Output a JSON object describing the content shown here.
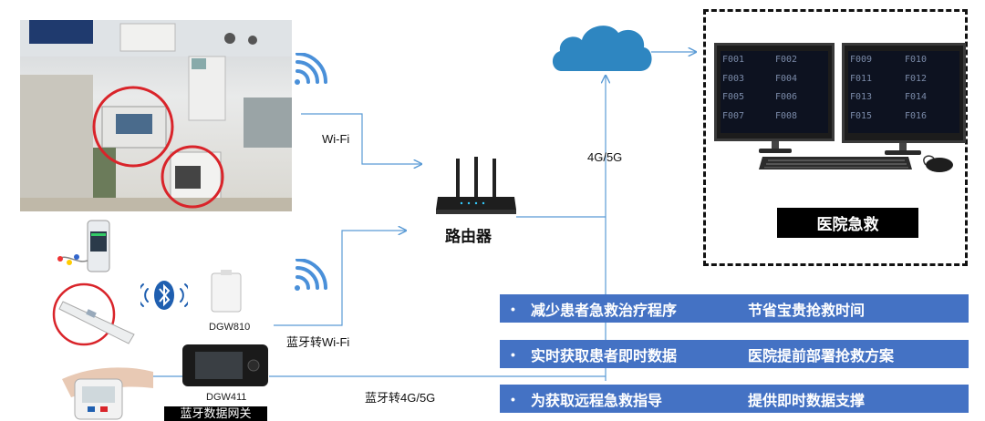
{
  "labels": {
    "wifi": "Wi-Fi",
    "router": "路由器",
    "cellular": "4G/5G",
    "bt_to_wifi": "蓝牙转Wi-Fi",
    "bt_to_cellular": "蓝牙转4G/5G",
    "dgw810": "DGW810",
    "dgw411": "DGW411",
    "gateway": "蓝牙数据网关",
    "hospital": "医院急救"
  },
  "benefits": [
    {
      "bullet": "•",
      "left": "减少患者急救治疗程序",
      "right": "节省宝贵抢救时间"
    },
    {
      "bullet": "•",
      "left": "实时获取患者即时数据",
      "right": "医院提前部署抢救方案"
    },
    {
      "bullet": "•",
      "left": "为获取远程急救指导",
      "right": "提供即时数据支撑"
    }
  ],
  "monitors": {
    "left": [
      "F001",
      "F002",
      "F003",
      "F004",
      "F005",
      "F006",
      "F007",
      "F008"
    ],
    "right": [
      "F009",
      "F010",
      "F011",
      "F012",
      "F013",
      "F014",
      "F015",
      "F016"
    ]
  },
  "colors": {
    "line": "#5b9bd5",
    "cloud": "#2e86c1",
    "benefit_bar": "#4472c4",
    "circle": "#d9242a"
  }
}
